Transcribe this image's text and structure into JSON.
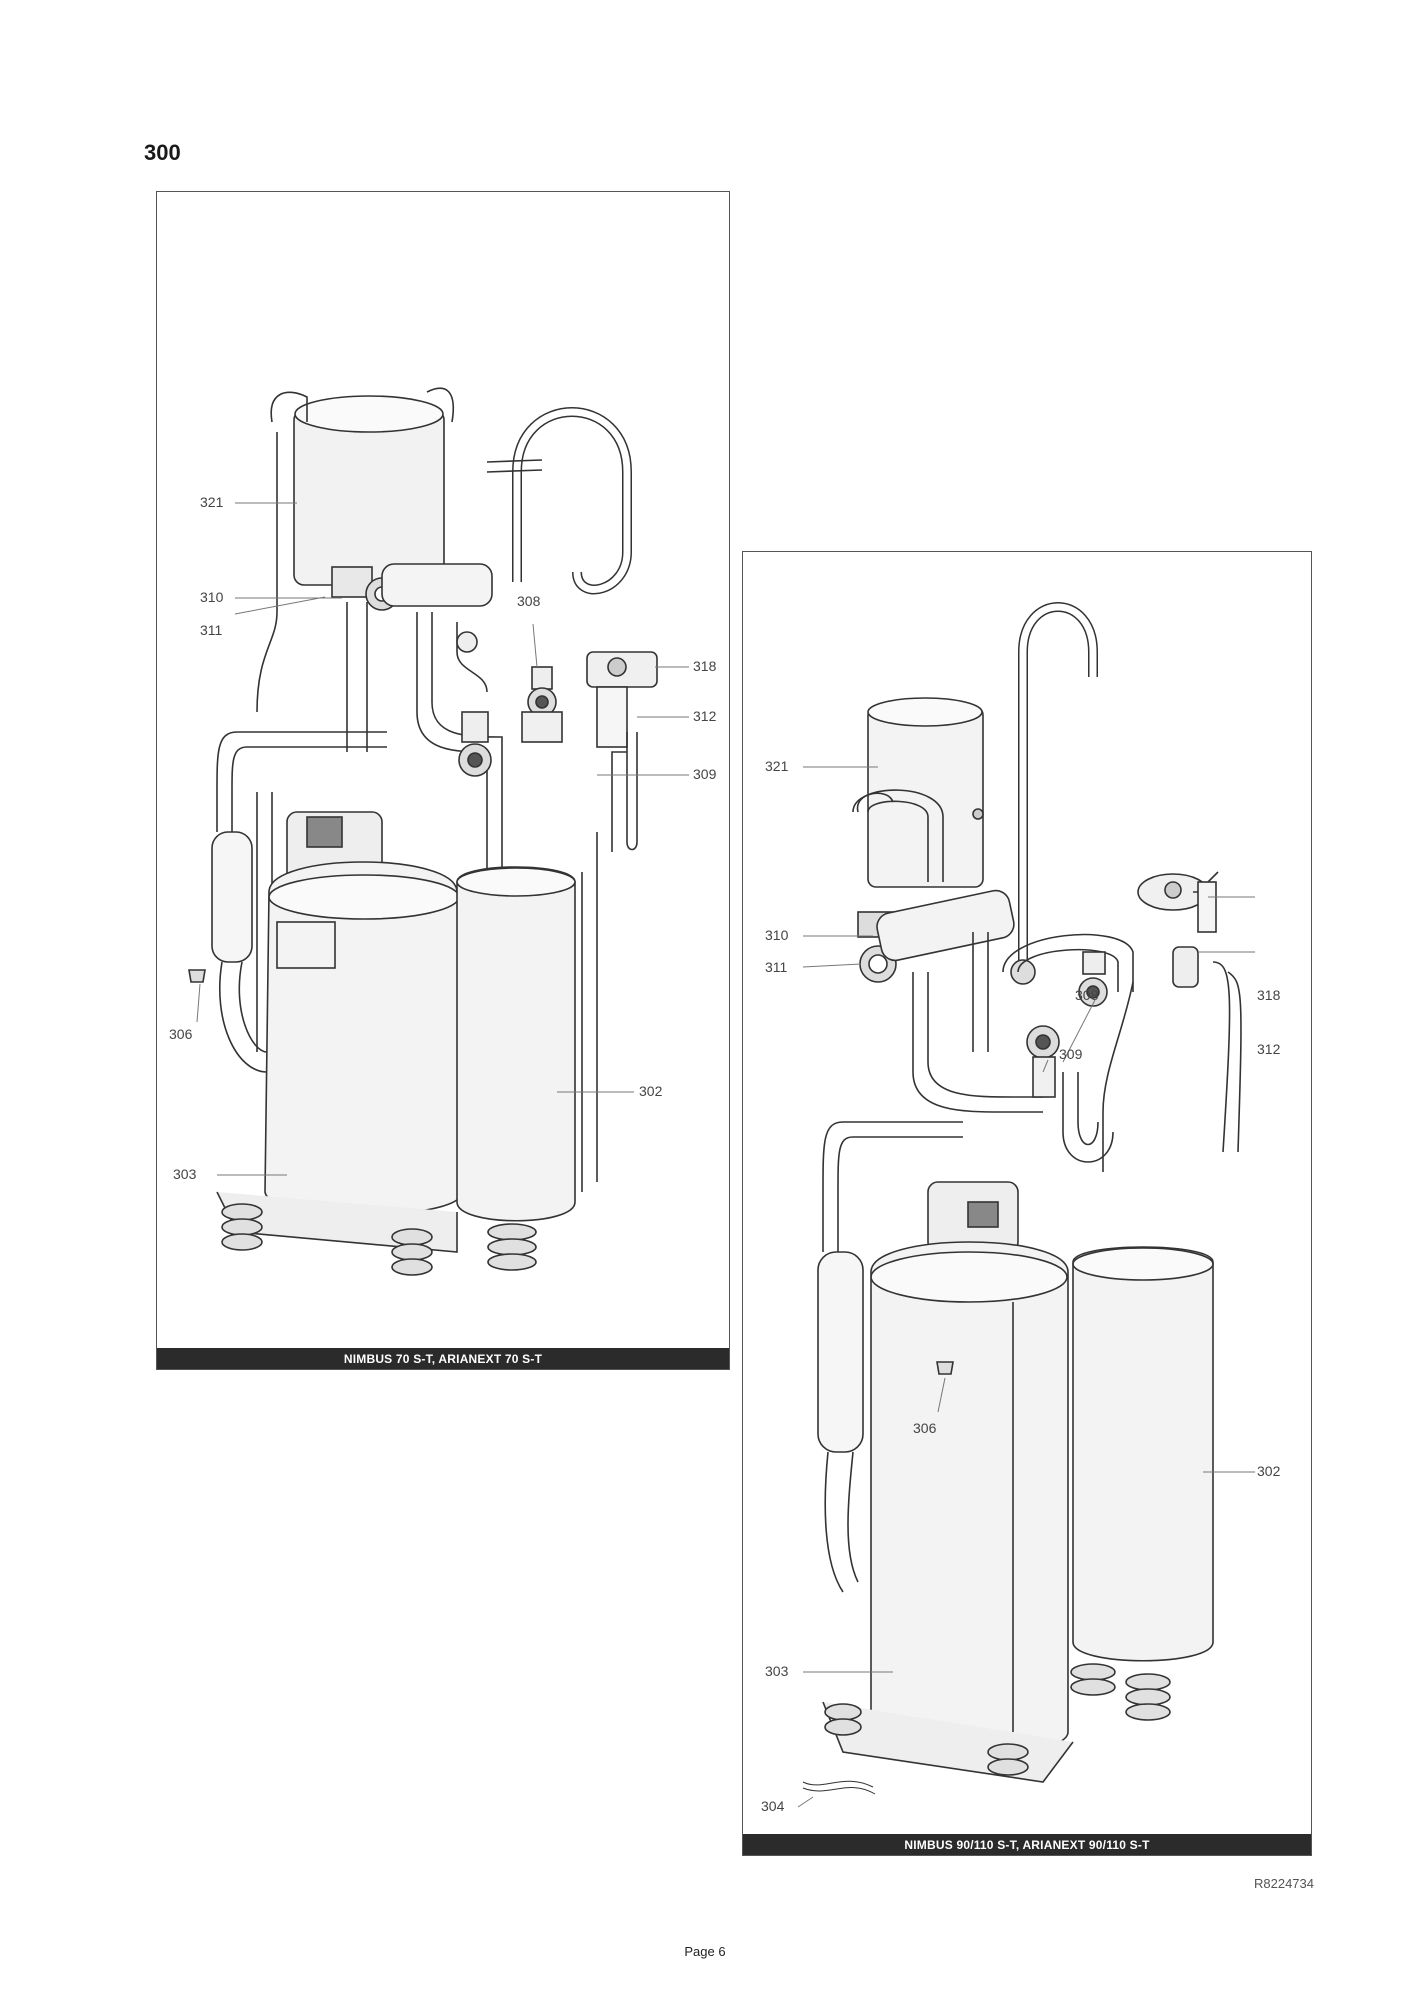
{
  "section_number": "300",
  "left_panel": {
    "caption": "NIMBUS 70 S-T,    ARIANEXT 70 S-T",
    "callouts": {
      "c321": "321",
      "c310": "310",
      "c311": "311",
      "c308": "308",
      "c318": "318",
      "c312": "312",
      "c309": "309",
      "c306": "306",
      "c302": "302",
      "c303": "303"
    }
  },
  "right_panel": {
    "caption": "NIMBUS 90/110 S-T,    ARIANEXT 90/110 S-T",
    "callouts": {
      "c321": "321",
      "c310": "310",
      "c311": "311",
      "c308": "308",
      "c318": "318",
      "c309": "309",
      "c312": "312",
      "c306": "306",
      "c302": "302",
      "c303": "303",
      "c304": "304"
    }
  },
  "reference_code": "R8224734",
  "page_label": "Page 6"
}
